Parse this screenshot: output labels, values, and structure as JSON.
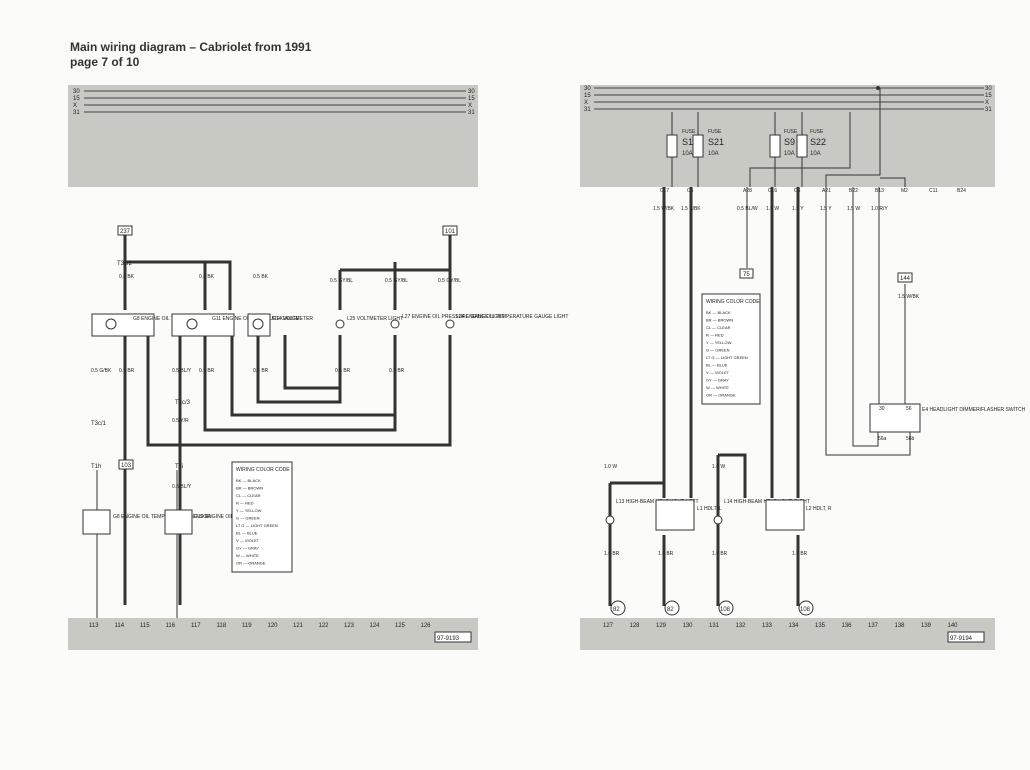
{
  "header": {
    "title": "Main wiring diagram – Cabriolet from 1991",
    "page": "page 7 of 10"
  },
  "left": {
    "bus_labels": [
      "30",
      "15",
      "X",
      "31"
    ],
    "footer_numbers": [
      "113",
      "114",
      "115",
      "116",
      "117",
      "118",
      "119",
      "120",
      "121",
      "122",
      "123",
      "124",
      "125",
      "126"
    ],
    "ref": "97-9193",
    "components": {
      "g8_gauge": "G8 ENGINE OIL TEMPERATURE GAUGE",
      "g11": "G11 ENGINE OIL PRESSURE GAUGE",
      "g14": "G14 VOLTMETER",
      "l25": "L25 VOLTMETER LIGHT",
      "l27": "L27 ENGINE OIL PRESSURE GAUGE LIGHT",
      "l24": "L24 ENGINE OIL TEMPERATURE GAUGE LIGHT",
      "g8_sensor": "G8 ENGINE OIL TEMPERATURE SENSOR",
      "g10": "G10 ENGINE OIL PRESSURE SENSOR"
    },
    "refboxes": {
      "a": "237",
      "b": "101",
      "c": "103"
    },
    "connectors": {
      "t3c2": "T3c/2",
      "t3c3": "T3c/3",
      "t3c1": "T3c/1",
      "t1h": "T1h",
      "t1i": "T1i"
    },
    "wires": {
      "w1": "0.5 BK",
      "w2": "0.5 BK",
      "w3": "0.5 BK",
      "w4": "0.5 GY/BL",
      "w5": "0.5 GY/BL",
      "w6": "0.5 GY/BL",
      "w7": "0.5 G/BK",
      "w8": "0.5 BR",
      "w9": "0.5 BL/Y",
      "w10": "0.5 BR",
      "w11": "0.5 BR",
      "w12": "0.5 BR",
      "w13": "0.5 BR",
      "w14": "0.5 Y/R",
      "w15": "0.5 BL/Y"
    }
  },
  "right": {
    "bus_labels": [
      "30",
      "15",
      "X",
      "31"
    ],
    "footer_numbers": [
      "127",
      "128",
      "129",
      "130",
      "131",
      "132",
      "133",
      "134",
      "135",
      "136",
      "137",
      "138",
      "139",
      "140"
    ],
    "ref": "97-9194",
    "fuses": [
      {
        "name": "S10",
        "rating": "10A"
      },
      {
        "name": "S21",
        "rating": "10A"
      },
      {
        "name": "S9",
        "rating": "10A"
      },
      {
        "name": "S22",
        "rating": "10A"
      }
    ],
    "fuse_word": "FUSE",
    "connectors": [
      "C17",
      "C5",
      "A28",
      "C16",
      "C6",
      "A21",
      "B22",
      "B13",
      "M2",
      "C11",
      "B24"
    ],
    "wires": {
      "r1": "1.5 W/BK",
      "r2": "1.5 Y/BK",
      "r3": "0.5 BL/W",
      "r4": "1.5 W",
      "r5": "1.5 Y",
      "r6": "1.5 Y",
      "r7": "1.5 W",
      "r8": "1.0 R/Y",
      "r9": "1.5 W/BK",
      "r10": "1.0 W",
      "r11": "1.0 W",
      "r12": "1.0 BR",
      "r13": "1.5 BR",
      "r14": "1.0 BR",
      "r15": "1.5 BR"
    },
    "refboxes": {
      "a": "75",
      "b": "144"
    },
    "circles": [
      "82",
      "82",
      "108",
      "108"
    ],
    "components": {
      "l13": "L13 HIGH-BEAM HEADLIGHT, LEFT",
      "l1": "L1 HDLT, L",
      "l14": "L14 HIGH-BEAM HEADLIGHT, RIGHT",
      "l2": "L2 HDLT, R",
      "e4": "E4 HEADLIGHT DIMMER/FLASHER SWITCH"
    },
    "switch_pins": [
      "30",
      "56",
      "56a",
      "56b"
    ]
  },
  "color_code": {
    "title": "WIRING COLOR CODE",
    "entries": [
      "BK — BLACK",
      "BR — BROWN",
      "CL — CLEAR",
      "R — RED",
      "Y — YELLOW",
      "G — GREEN",
      "LT G — LIGHT GREEN",
      "BL — BLUE",
      "V — VIOLET",
      "GY — GRAY",
      "W — WHITE",
      "OR — ORANGE"
    ]
  }
}
